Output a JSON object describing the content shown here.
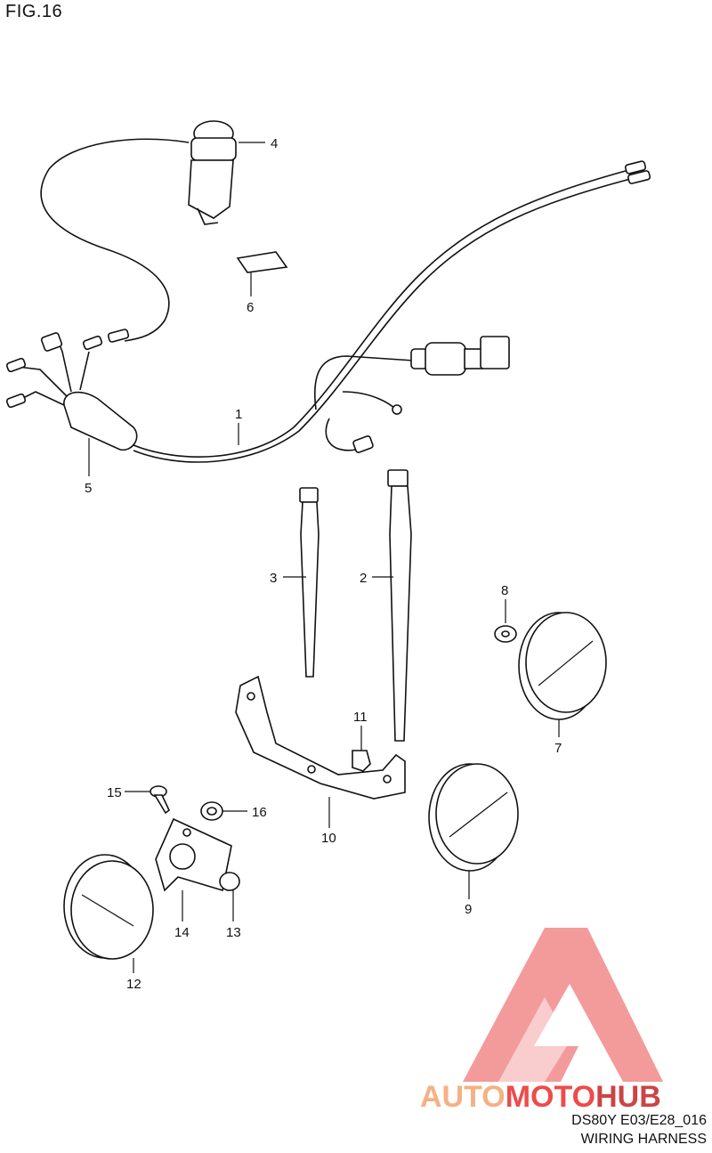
{
  "figure": {
    "title": "FIG.16"
  },
  "callouts": [
    {
      "id": "4",
      "label": "4"
    },
    {
      "id": "6",
      "label": "6"
    },
    {
      "id": "1",
      "label": "1"
    },
    {
      "id": "5",
      "label": "5"
    },
    {
      "id": "3",
      "label": "3"
    },
    {
      "id": "2",
      "label": "2"
    },
    {
      "id": "8",
      "label": "8"
    },
    {
      "id": "7",
      "label": "7"
    },
    {
      "id": "11",
      "label": "11"
    },
    {
      "id": "10",
      "label": "10"
    },
    {
      "id": "15",
      "label": "15"
    },
    {
      "id": "16",
      "label": "16"
    },
    {
      "id": "9",
      "label": "9"
    },
    {
      "id": "14",
      "label": "14"
    },
    {
      "id": "13",
      "label": "13"
    },
    {
      "id": "12",
      "label": "12"
    }
  ],
  "watermark": {
    "parts": [
      "AUTO",
      "MOTO",
      "HUB"
    ],
    "colors": {
      "auto": "#f5b183",
      "moto": "#ee4b4b",
      "hub": "#cc4444",
      "triangle": "#f28a8a"
    }
  },
  "footer": {
    "code": "DS80Y E03/E28_016",
    "name": "WIRING HARNESS"
  }
}
